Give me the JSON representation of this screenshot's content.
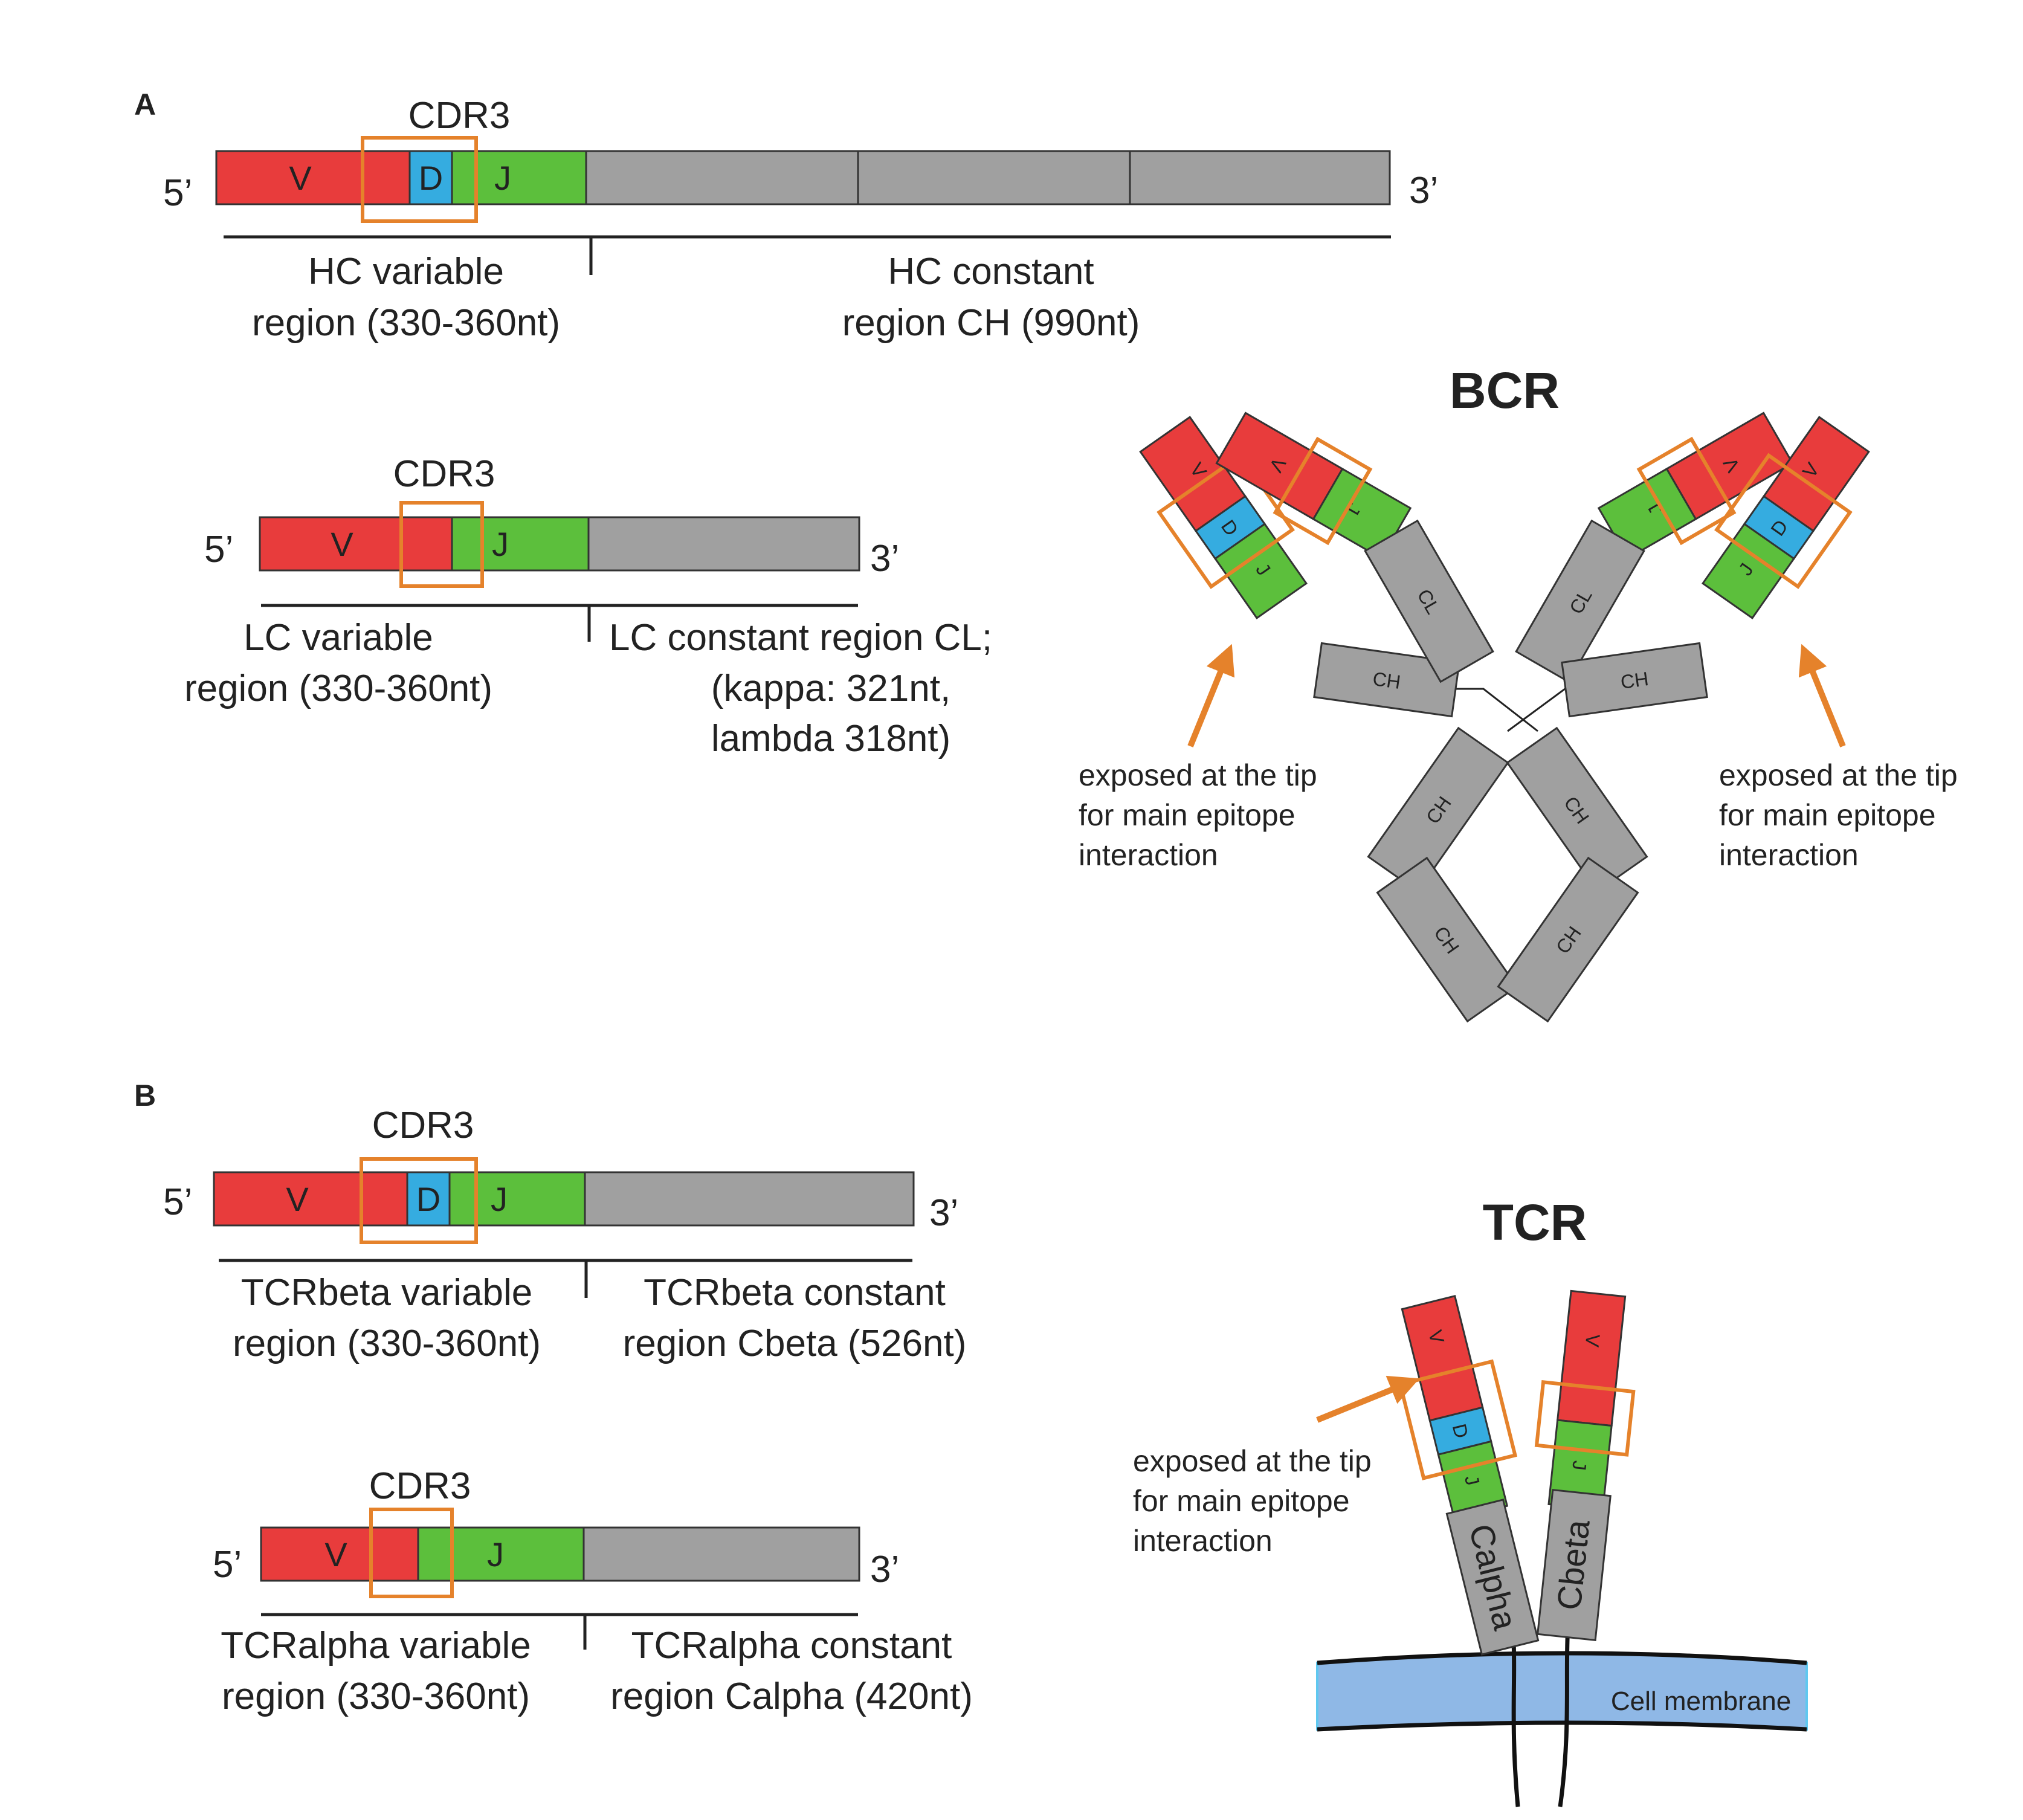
{
  "colors": {
    "V": "#e83c3c",
    "D": "#35ace0",
    "J": "#5cbf3c",
    "C": "#a0a0a0",
    "cdr3_box": "#e5822b",
    "membrane": "#8fb8e6",
    "membrane_edge": "#5fc8f0",
    "outline": "#333333"
  },
  "panelA": {
    "panel_label": "A",
    "hc": {
      "cdr3": "CDR3",
      "five_prime": "5’",
      "three_prime": "3’",
      "seg_v": "V",
      "seg_d": "D",
      "seg_j": "J",
      "var_line1": "HC variable",
      "var_line2": "region (330-360nt)",
      "const_line1": "HC constant",
      "const_line2": "region CH (990nt)"
    },
    "lc": {
      "cdr3": "CDR3",
      "five_prime": "5’",
      "three_prime": "3’",
      "seg_v": "V",
      "seg_j": "J",
      "var_line1": "LC variable",
      "var_line2": "region (330-360nt)",
      "const_line1": "LC constant region CL;",
      "const_line2": "(kappa: 321nt,",
      "const_line3": "lambda 318nt)"
    },
    "bcr": {
      "title": "BCR",
      "domains": {
        "v": "V",
        "d": "D",
        "j": "J",
        "cl": "CL",
        "ch": "CH"
      },
      "note_left": [
        "exposed at the tip",
        "for main epitope",
        "interaction"
      ],
      "note_right": [
        "exposed at the tip",
        "for main epitope",
        "interaction"
      ]
    }
  },
  "panelB": {
    "panel_label": "B",
    "beta": {
      "cdr3": "CDR3",
      "five_prime": "5’",
      "three_prime": "3’",
      "seg_v": "V",
      "seg_d": "D",
      "seg_j": "J",
      "var_line1": "TCRbeta variable",
      "var_line2": "region (330-360nt)",
      "const_line1": "TCRbeta constant",
      "const_line2": "region Cbeta (526nt)"
    },
    "alpha": {
      "cdr3": "CDR3",
      "five_prime": "5’",
      "three_prime": "3’",
      "seg_v": "V",
      "seg_j": "J",
      "var_line1": "TCRalpha variable",
      "var_line2": "region  (330-360nt)",
      "const_line1": "TCRalpha constant",
      "const_line2": "region Calpha (420nt)"
    },
    "tcr": {
      "title": "TCR",
      "domains": {
        "v": "V",
        "d": "D",
        "j": "J",
        "calpha": "Calpha",
        "cbeta": "Cbeta"
      },
      "note": [
        "exposed at the tip",
        "for main epitope",
        "interaction"
      ],
      "membrane_label": "Cell membrane"
    }
  }
}
